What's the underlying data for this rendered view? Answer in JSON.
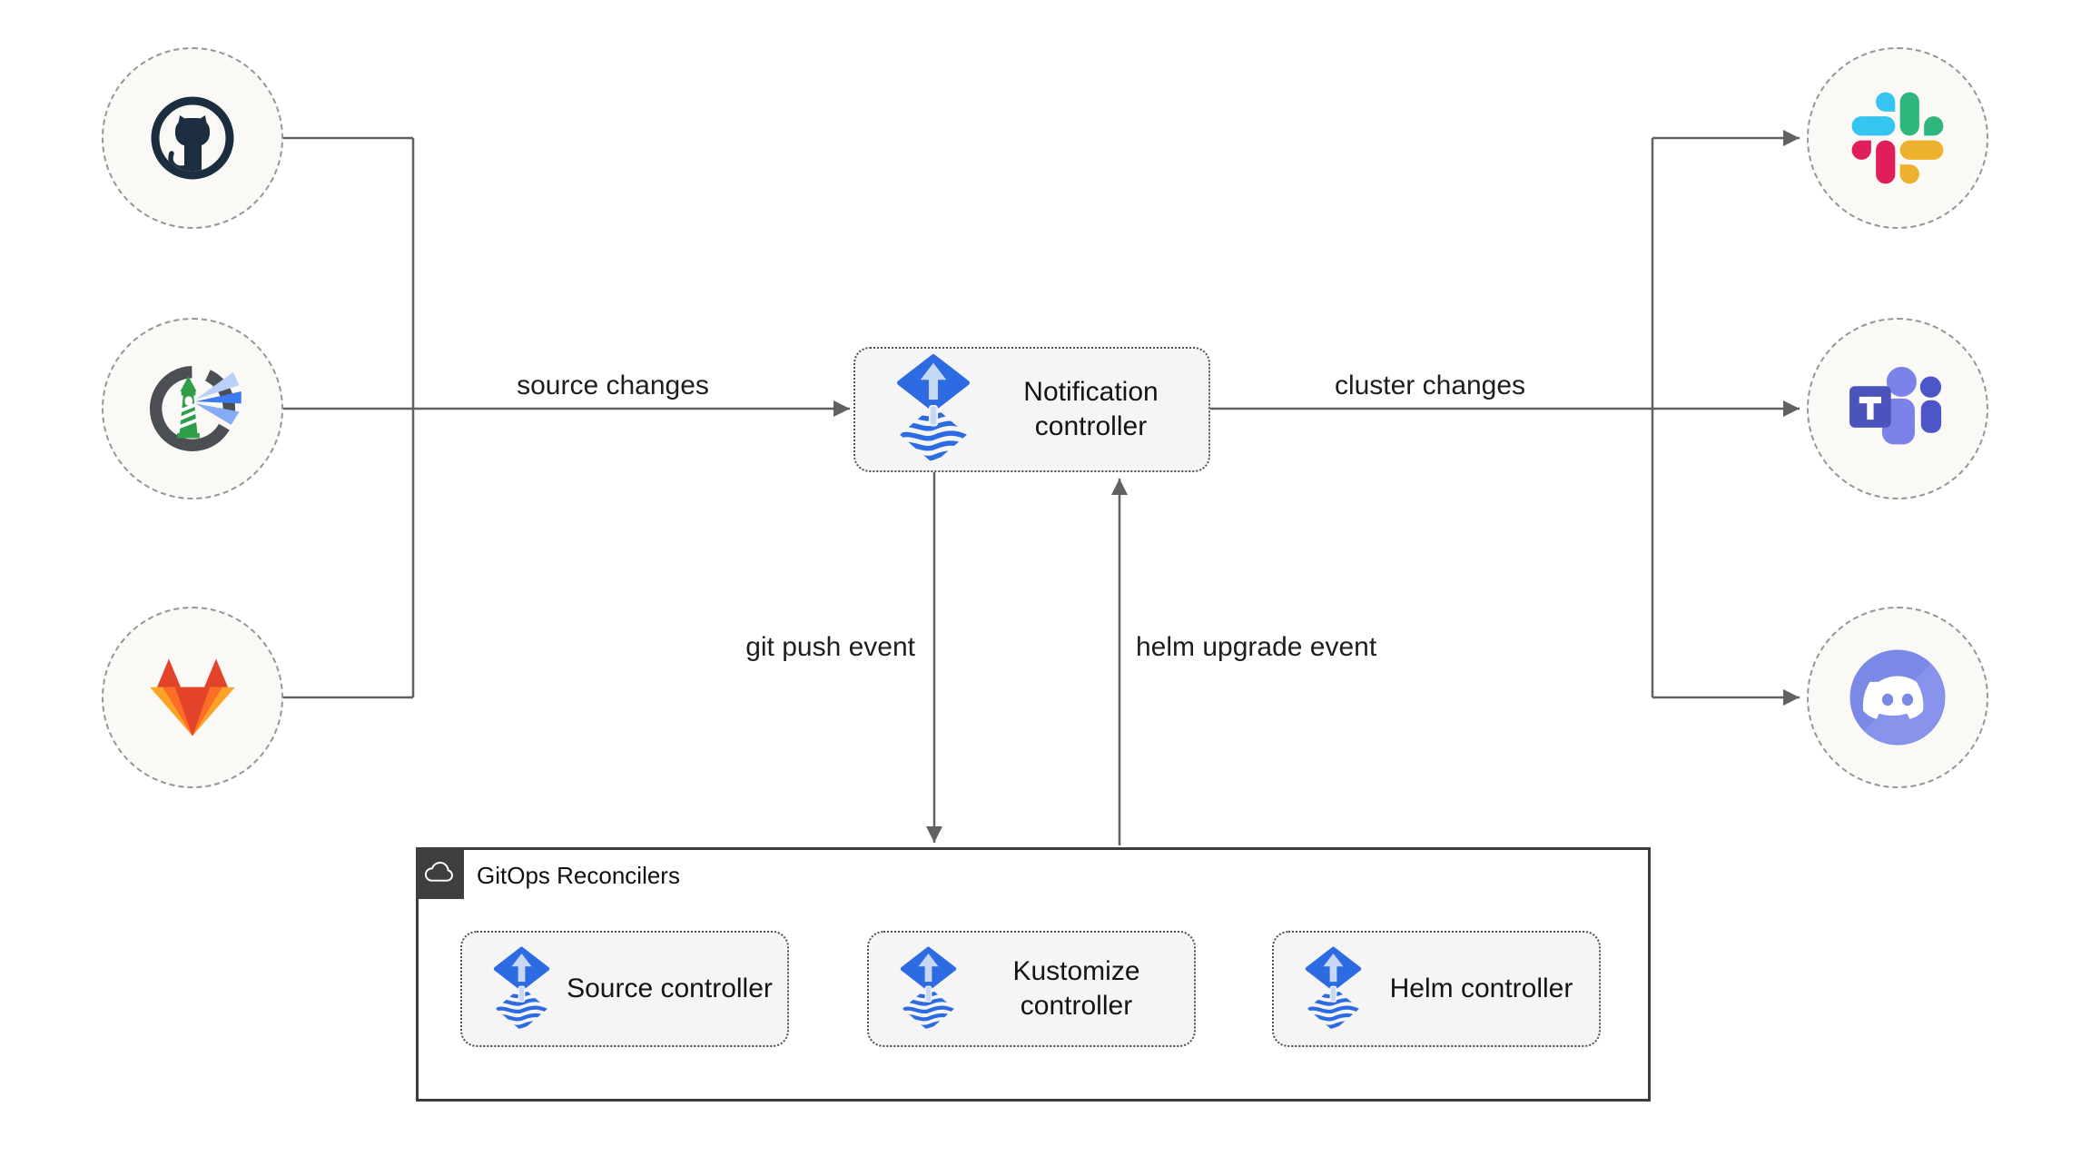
{
  "colors": {
    "flux_blue": "#2D6BE2",
    "flux_arrow": "#C7D8F5",
    "line_gray": "#616161",
    "box_bg": "#F5F5F5",
    "container_border": "#3C3C3C",
    "badge_bg": "#3F3F3F",
    "circle_bg": "#FAF9F6",
    "slack": [
      "#36C5F0",
      "#2EB67D",
      "#ECB22E",
      "#E01E5A"
    ],
    "gitlab": [
      "#E24329",
      "#FC6D26",
      "#FCA326"
    ],
    "teams": [
      "#4B53BC",
      "#7B83EB",
      "#4D56C9"
    ],
    "discord": "#7A88E6",
    "harbor_green": "#2F9E49",
    "github_dark": "#1B2D3F"
  },
  "nodes": {
    "sources": [
      {
        "icon": "github-icon"
      },
      {
        "icon": "harbor-icon"
      },
      {
        "icon": "gitlab-icon"
      }
    ],
    "notification": {
      "icon": "flux-icon",
      "label": "Notification controller"
    },
    "targets": [
      {
        "icon": "slack-icon"
      },
      {
        "icon": "teams-icon"
      },
      {
        "icon": "discord-icon"
      }
    ]
  },
  "edges": {
    "source_changes": "source changes",
    "cluster_changes": "cluster changes",
    "git_push": "git push event",
    "helm_upgrade": "helm upgrade event"
  },
  "reconcilers": {
    "title": "GitOps Reconcilers",
    "badge_icon": "cloud-icon",
    "items": [
      {
        "icon": "flux-icon",
        "label": "Source controller"
      },
      {
        "icon": "flux-icon",
        "label": "Kustomize controller"
      },
      {
        "icon": "flux-icon",
        "label": "Helm controller"
      }
    ]
  }
}
